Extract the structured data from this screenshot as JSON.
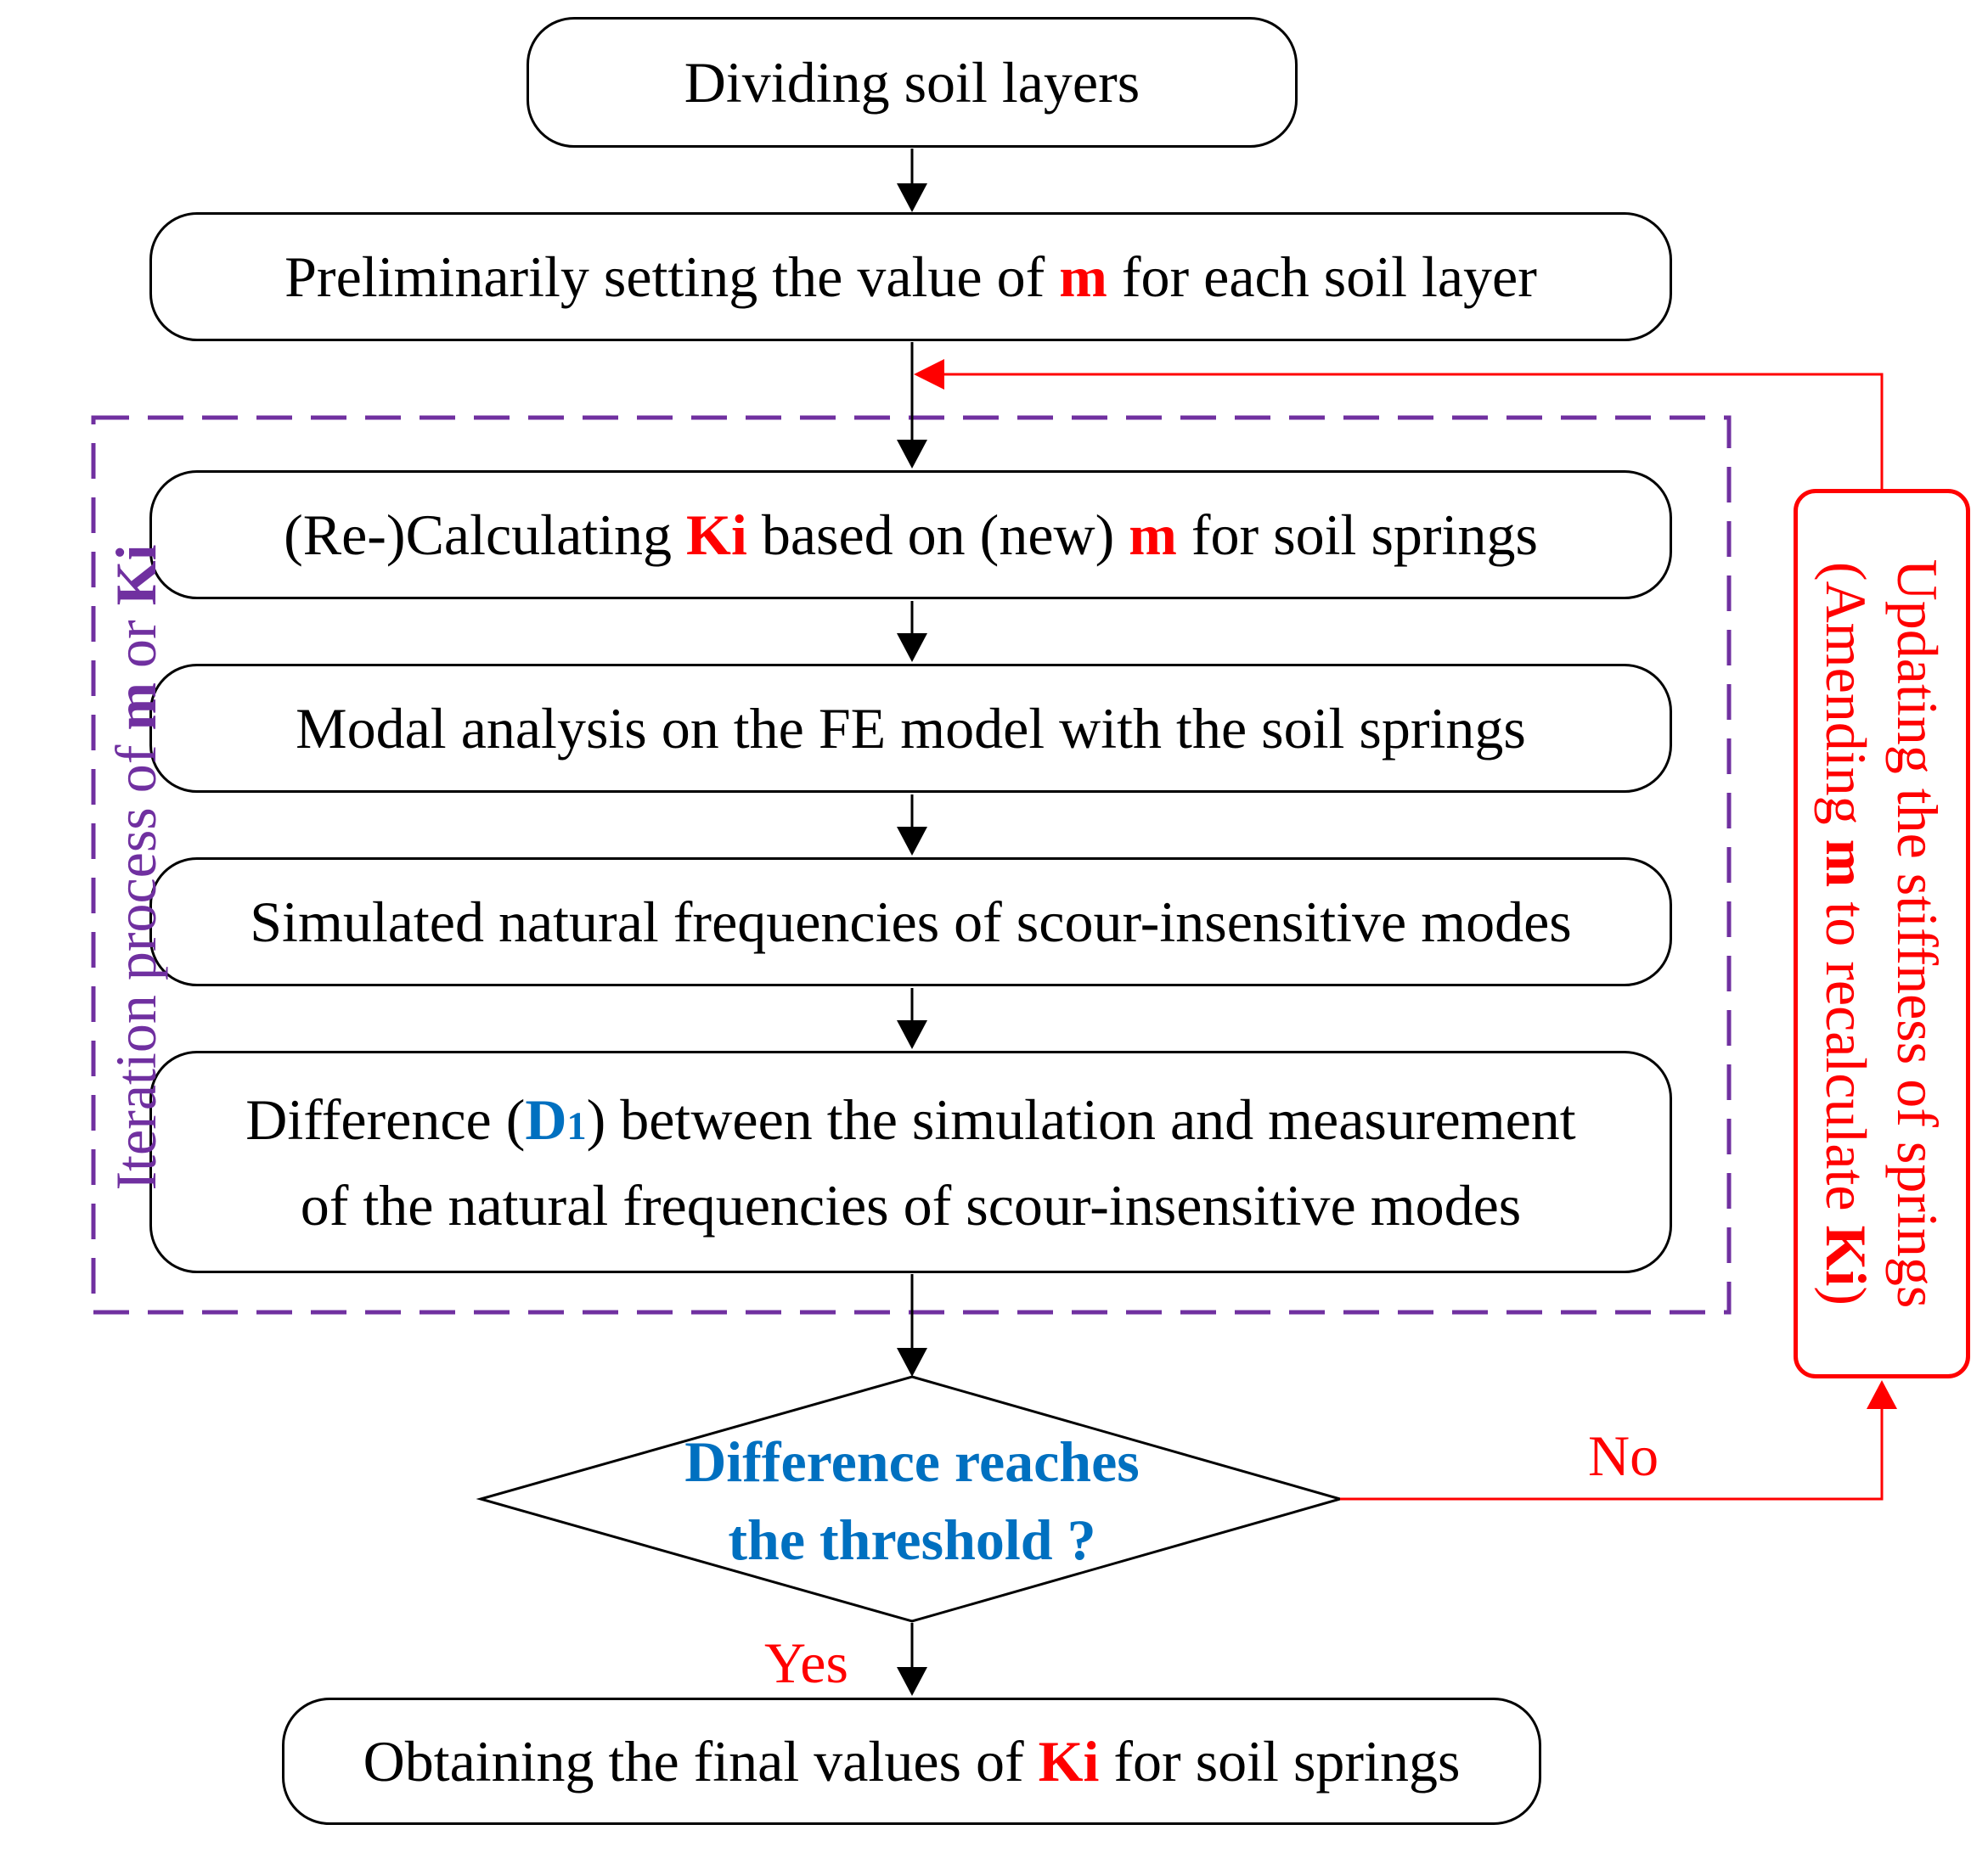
{
  "flowchart": {
    "step1": {
      "text": "Dividing soil layers"
    },
    "step2": {
      "pre": "Preliminarily setting the value of ",
      "var": "m",
      "post": " for each soil layer"
    },
    "step3": {
      "pre": "(Re-)Calculating ",
      "var1": "Ki",
      "mid": " based on (new) ",
      "var2": "m",
      "post": " for soil springs"
    },
    "step4": {
      "text": "Modal analysis on the FE model with the soil springs"
    },
    "step5": {
      "text": "Simulated natural frequencies of scour-insensitive modes"
    },
    "step6": {
      "pre": "Difference (",
      "var": "D",
      "sub": "1",
      "post": ") between the simulation and measurement",
      "line2": "of the natural frequencies of scour-insensitive modes"
    },
    "decision": {
      "line1": "Difference reaches",
      "line2": "the threshold ?"
    },
    "yes_label": "Yes",
    "no_label": "No",
    "final": {
      "pre": "Obtaining the final values of ",
      "var": "Ki",
      "post": " for soil springs"
    },
    "iteration_label": {
      "pre": "Iteration process of ",
      "var1": "m",
      "mid": " or ",
      "var2": "Ki"
    },
    "update_box": {
      "line1": "Updating the stiffness of springs",
      "line2_pre": "(Amending ",
      "line2_var1": "m",
      "line2_mid": " to recalculate ",
      "line2_var2": "Ki",
      "line2_post": ")"
    }
  },
  "colors": {
    "variable_red": "#ff0000",
    "variable_blue": "#0070c0",
    "iteration_purple": "#7030a0",
    "feedback_red": "#ff0000",
    "outline_black": "#000000"
  }
}
